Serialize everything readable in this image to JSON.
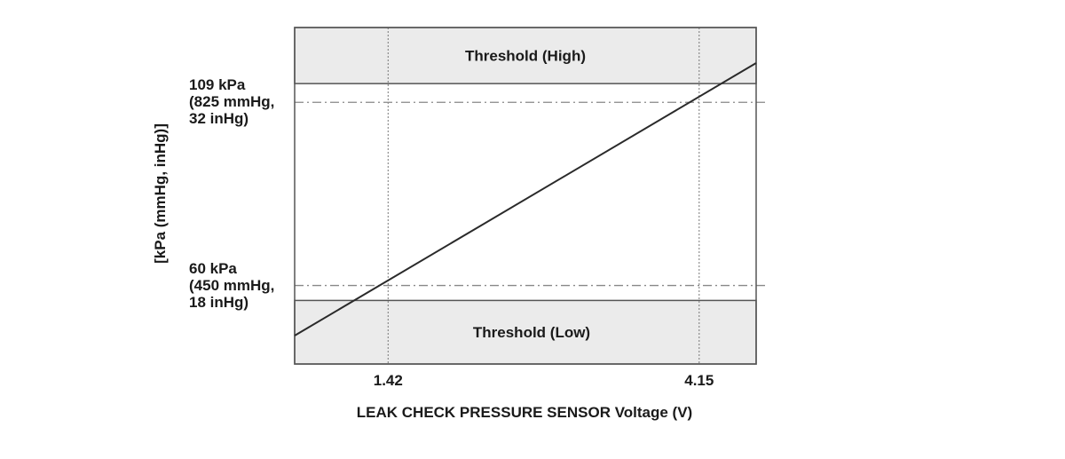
{
  "chart_data": {
    "type": "line",
    "xlabel": "LEAK CHECK PRESSURE SENSOR Voltage (V)",
    "ylabel": "[kPa (mmHg, inHg)]",
    "x_ticks": [
      {
        "value": 1.42,
        "label": "1.42"
      },
      {
        "value": 4.15,
        "label": "4.15"
      }
    ],
    "y_ticks": [
      {
        "value": 109,
        "lines": [
          "109 kPa",
          "(825 mmHg,",
          "32 inHg)"
        ]
      },
      {
        "value": 60,
        "lines": [
          "60 kPa",
          "(450 mmHg,",
          "18 inHg)"
        ]
      }
    ],
    "xlim": [
      0.6,
      4.65
    ],
    "ylim": [
      39,
      129
    ],
    "series": [
      {
        "values": [
          [
            0.6,
            46.6
          ],
          [
            4.65,
            119.5
          ]
        ]
      }
    ],
    "bands": [
      {
        "label": "Threshold (High)",
        "from": 114,
        "to": 129
      },
      {
        "label": "Threshold (Low)",
        "from": 39,
        "to": 56
      }
    ]
  }
}
